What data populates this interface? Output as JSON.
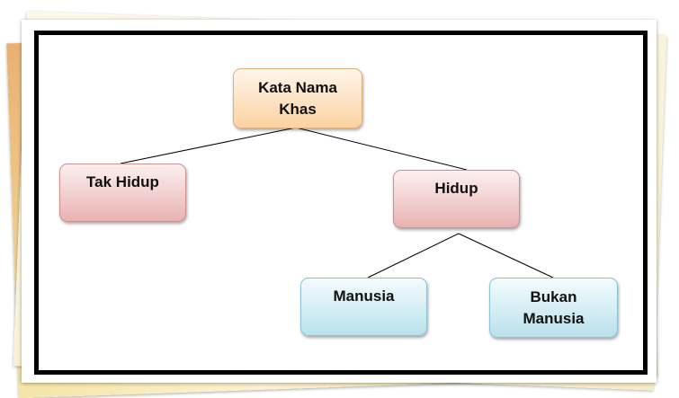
{
  "diagram": {
    "nodes": {
      "root": "Kata Nama\nKhas",
      "tak_hidup": "Tak Hidup",
      "hidup": "Hidup",
      "manusia": "Manusia",
      "bukan_manusia": "Bukan\nManusia"
    },
    "edges": [
      [
        "root",
        "tak_hidup"
      ],
      [
        "root",
        "hidup"
      ],
      [
        "hidup",
        "manusia"
      ],
      [
        "hidup",
        "bukan_manusia"
      ]
    ],
    "colors": {
      "root": "#fbd2a2",
      "level2": "#e8b2b2",
      "level3": "#b9e1ec",
      "frame": "#000000"
    }
  }
}
